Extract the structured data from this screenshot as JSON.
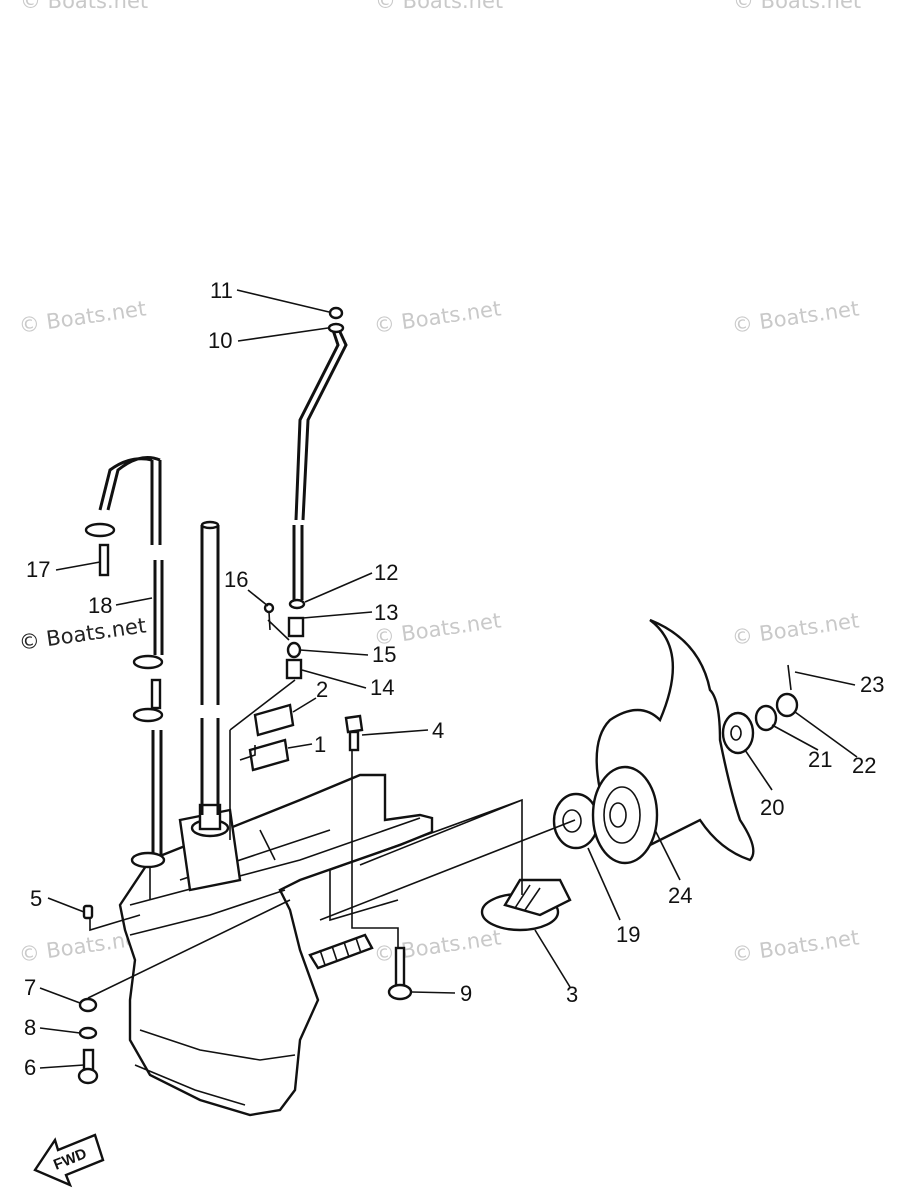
{
  "watermark": "© Boats.net",
  "fwd_label": "FWD",
  "labels": {
    "p1": "1",
    "p2": "2",
    "p3": "3",
    "p4": "4",
    "p5": "5",
    "p6": "6",
    "p7": "7",
    "p8": "8",
    "p9": "9",
    "p10": "10",
    "p11": "11",
    "p12": "12",
    "p13": "13",
    "p14": "14",
    "p15": "15",
    "p16": "16",
    "p17": "17",
    "p18": "18",
    "p19": "19",
    "p20": "20",
    "p21": "21",
    "p22": "22",
    "p23": "23",
    "p24": "24"
  }
}
